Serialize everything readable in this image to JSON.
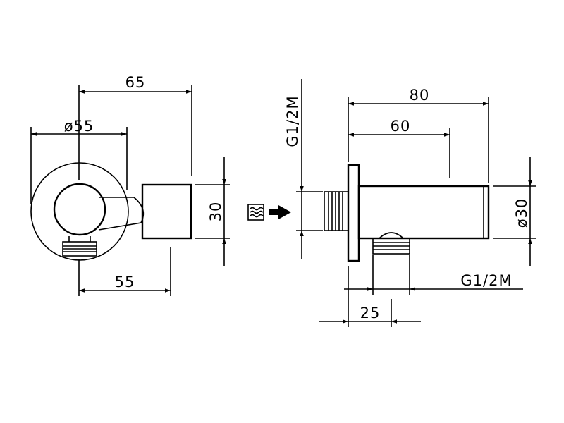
{
  "side_view": {
    "dim_width": "65",
    "dim_diameter": "ø55",
    "dim_height": "30",
    "dim_bottom": "55"
  },
  "front_view": {
    "dim_length": "80",
    "dim_body": "60",
    "dim_thread_inlet": "G1/2M",
    "dim_diameter": "ø30",
    "dim_thread_outlet": "G1/2M",
    "dim_offset": "25"
  },
  "icons": {
    "flow": "water-waves-icon",
    "direction": "arrow-right-icon"
  },
  "colors": {
    "line": "#000000",
    "background": "#ffffff"
  }
}
